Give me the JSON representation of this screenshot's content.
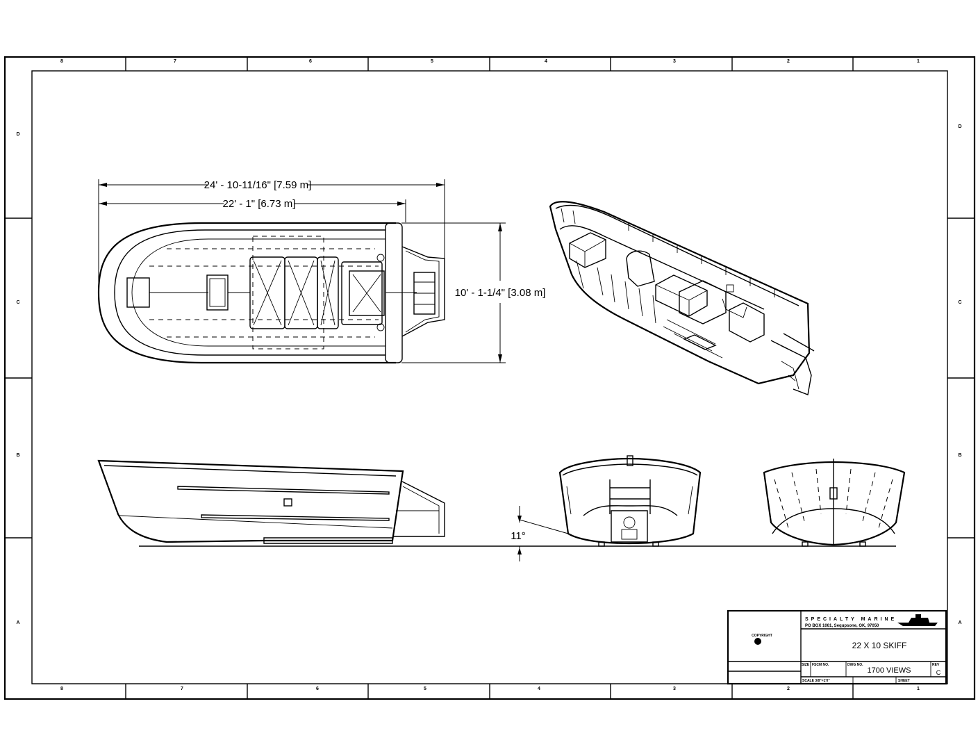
{
  "zones": {
    "columns": [
      "8",
      "7",
      "6",
      "5",
      "4",
      "3",
      "2",
      "1"
    ],
    "rows": [
      "D",
      "C",
      "B",
      "A"
    ]
  },
  "dimensions": {
    "overall_length": "24' - 10-11/16\" [7.59 m]",
    "hull_length": "22' - 1\" [6.73 m]",
    "beam": "10' - 1-1/4\" [3.08 m]",
    "deadrise": "11°"
  },
  "title_block": {
    "company": "SPECIALTY MARINE",
    "address": "PO BOX 1061, Sequpsone, OK, 97050",
    "copyright": "COPYRIGHT",
    "title": "22 X 10 SKIFF",
    "size_label": "SIZE",
    "fscm_label": "FSCM NO.",
    "dwg_label": "DWG NO.",
    "dwg_no": "1700 VIEWS",
    "rev_label": "REV",
    "rev": "C",
    "scale": "SCALE 3/8\"=1'0\"",
    "sheet_label": "SHEET"
  }
}
